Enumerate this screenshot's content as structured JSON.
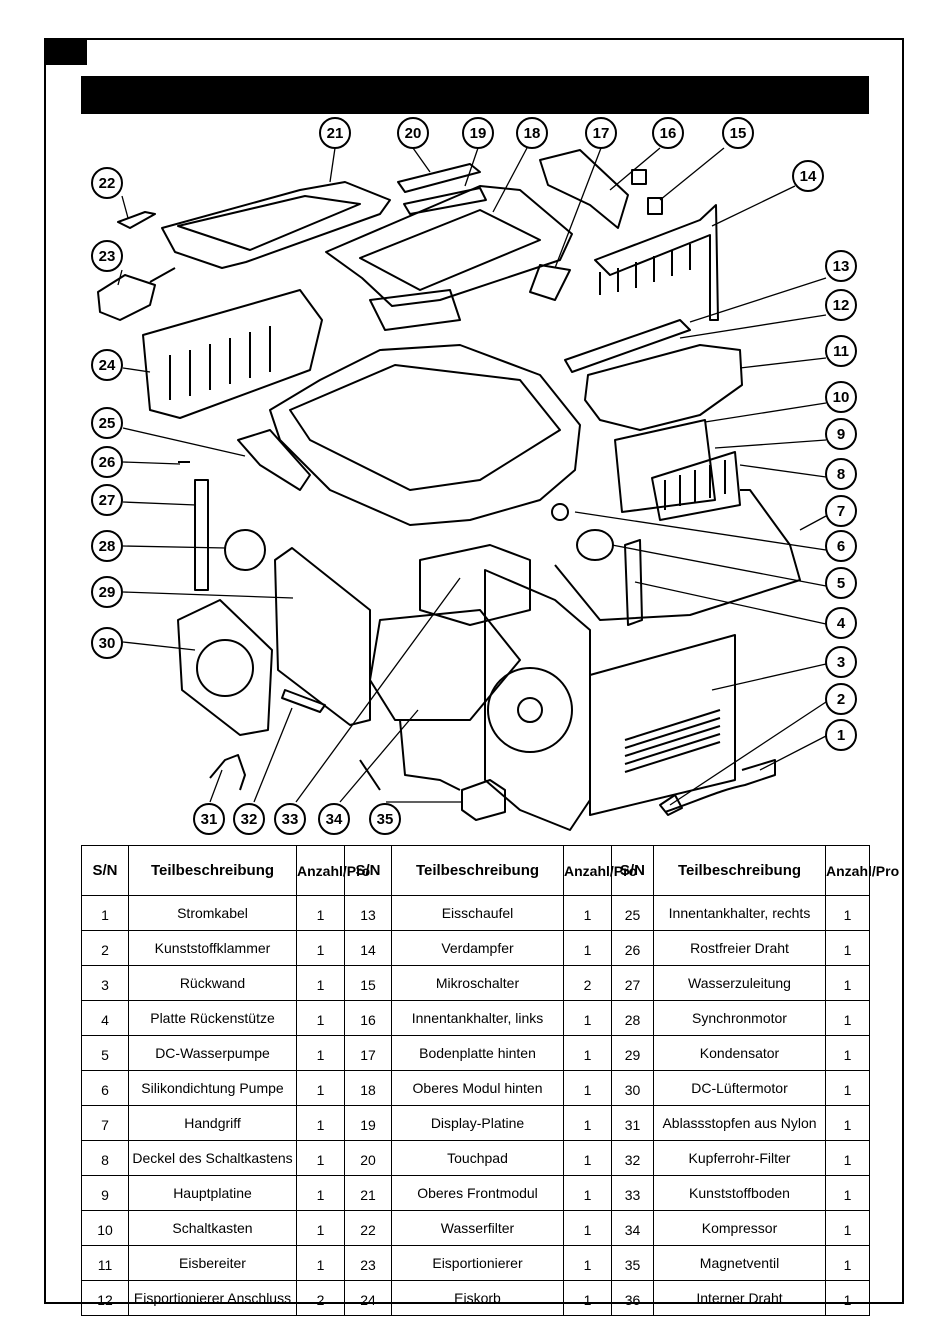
{
  "table": {
    "headers": [
      "S/N",
      "Teilbeschreibung",
      "Anzahl/Pro",
      "S/N",
      "Teilbeschreibung",
      "Anzahl/Pro",
      "S/N",
      "Teilbeschreibung",
      "Anzahl/Pro"
    ],
    "rows": [
      [
        "1",
        "Stromkabel",
        "1",
        "13",
        "Eisschaufel",
        "1",
        "25",
        "Innentankhalter, rechts",
        "1"
      ],
      [
        "2",
        "Kunststoffklammer",
        "1",
        "14",
        "Verdampfer",
        "1",
        "26",
        "Rostfreier Draht",
        "1"
      ],
      [
        "3",
        "Rückwand",
        "1",
        "15",
        "Mikroschalter",
        "2",
        "27",
        "Wasserzuleitung",
        "1"
      ],
      [
        "4",
        "Platte Rückenstütze",
        "1",
        "16",
        "Innentankhalter, links",
        "1",
        "28",
        "Synchronmotor",
        "1"
      ],
      [
        "5",
        "DC-Wasserpumpe",
        "1",
        "17",
        "Bodenplatte hinten",
        "1",
        "29",
        "Kondensator",
        "1"
      ],
      [
        "6",
        "Silikondichtung Pumpe",
        "1",
        "18",
        "Oberes Modul hinten",
        "1",
        "30",
        "DC-Lüftermotor",
        "1"
      ],
      [
        "7",
        "Handgriff",
        "1",
        "19",
        "Display-Platine",
        "1",
        "31",
        "Ablassstopfen aus Nylon",
        "1"
      ],
      [
        "8",
        "Deckel des Schaltkastens",
        "1",
        "20",
        "Touchpad",
        "1",
        "32",
        "Kupferrohr-Filter",
        "1"
      ],
      [
        "9",
        "Hauptplatine",
        "1",
        "21",
        "Oberes Frontmodul",
        "1",
        "33",
        "Kunststoffboden",
        "1"
      ],
      [
        "10",
        "Schaltkasten",
        "1",
        "22",
        "Wasserfilter",
        "1",
        "34",
        "Kompressor",
        "1"
      ],
      [
        "11",
        "Eisbereiter",
        "1",
        "23",
        "Eisportionierer",
        "1",
        "35",
        "Magnetventil",
        "1"
      ],
      [
        "12",
        "Eisportionierer Anschluss",
        "2",
        "24",
        "Eiskorb",
        "1",
        "36",
        "Interner Draht",
        "1"
      ]
    ]
  },
  "callouts": [
    "1",
    "2",
    "3",
    "4",
    "5",
    "6",
    "7",
    "8",
    "9",
    "10",
    "11",
    "12",
    "13",
    "14",
    "15",
    "16",
    "17",
    "18",
    "19",
    "20",
    "21",
    "22",
    "23",
    "24",
    "25",
    "26",
    "27",
    "28",
    "29",
    "30",
    "31",
    "32",
    "33",
    "34",
    "35"
  ]
}
